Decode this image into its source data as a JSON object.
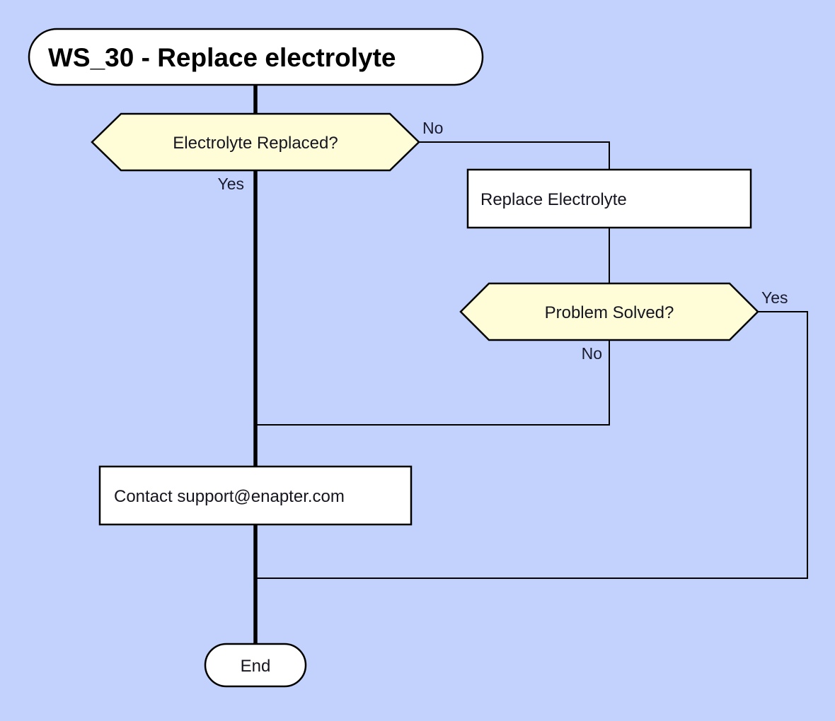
{
  "diagram": {
    "background_color": "#c3d2fd",
    "title": "WS_30 - Replace electrolyte",
    "nodes": {
      "start": {
        "label": "WS_30 - Replace electrolyte",
        "shape": "terminal-pill",
        "fill": "#ffffff"
      },
      "decision_electrolyte": {
        "label": "Electrolyte Replaced?",
        "shape": "hexagon",
        "fill": "#fffdd8"
      },
      "process_replace": {
        "label": "Replace Electrolyte",
        "shape": "rectangle",
        "fill": "#ffffff"
      },
      "decision_solved": {
        "label": "Problem Solved?",
        "shape": "hexagon",
        "fill": "#fffdd8"
      },
      "process_contact": {
        "label": "Contact support@enapter.com",
        "shape": "rectangle",
        "fill": "#ffffff"
      },
      "end": {
        "label": "End",
        "shape": "terminal-pill",
        "fill": "#ffffff"
      }
    },
    "edge_labels": {
      "electrolyte_no": "No",
      "electrolyte_yes": "Yes",
      "solved_yes": "Yes",
      "solved_no": "No"
    }
  }
}
